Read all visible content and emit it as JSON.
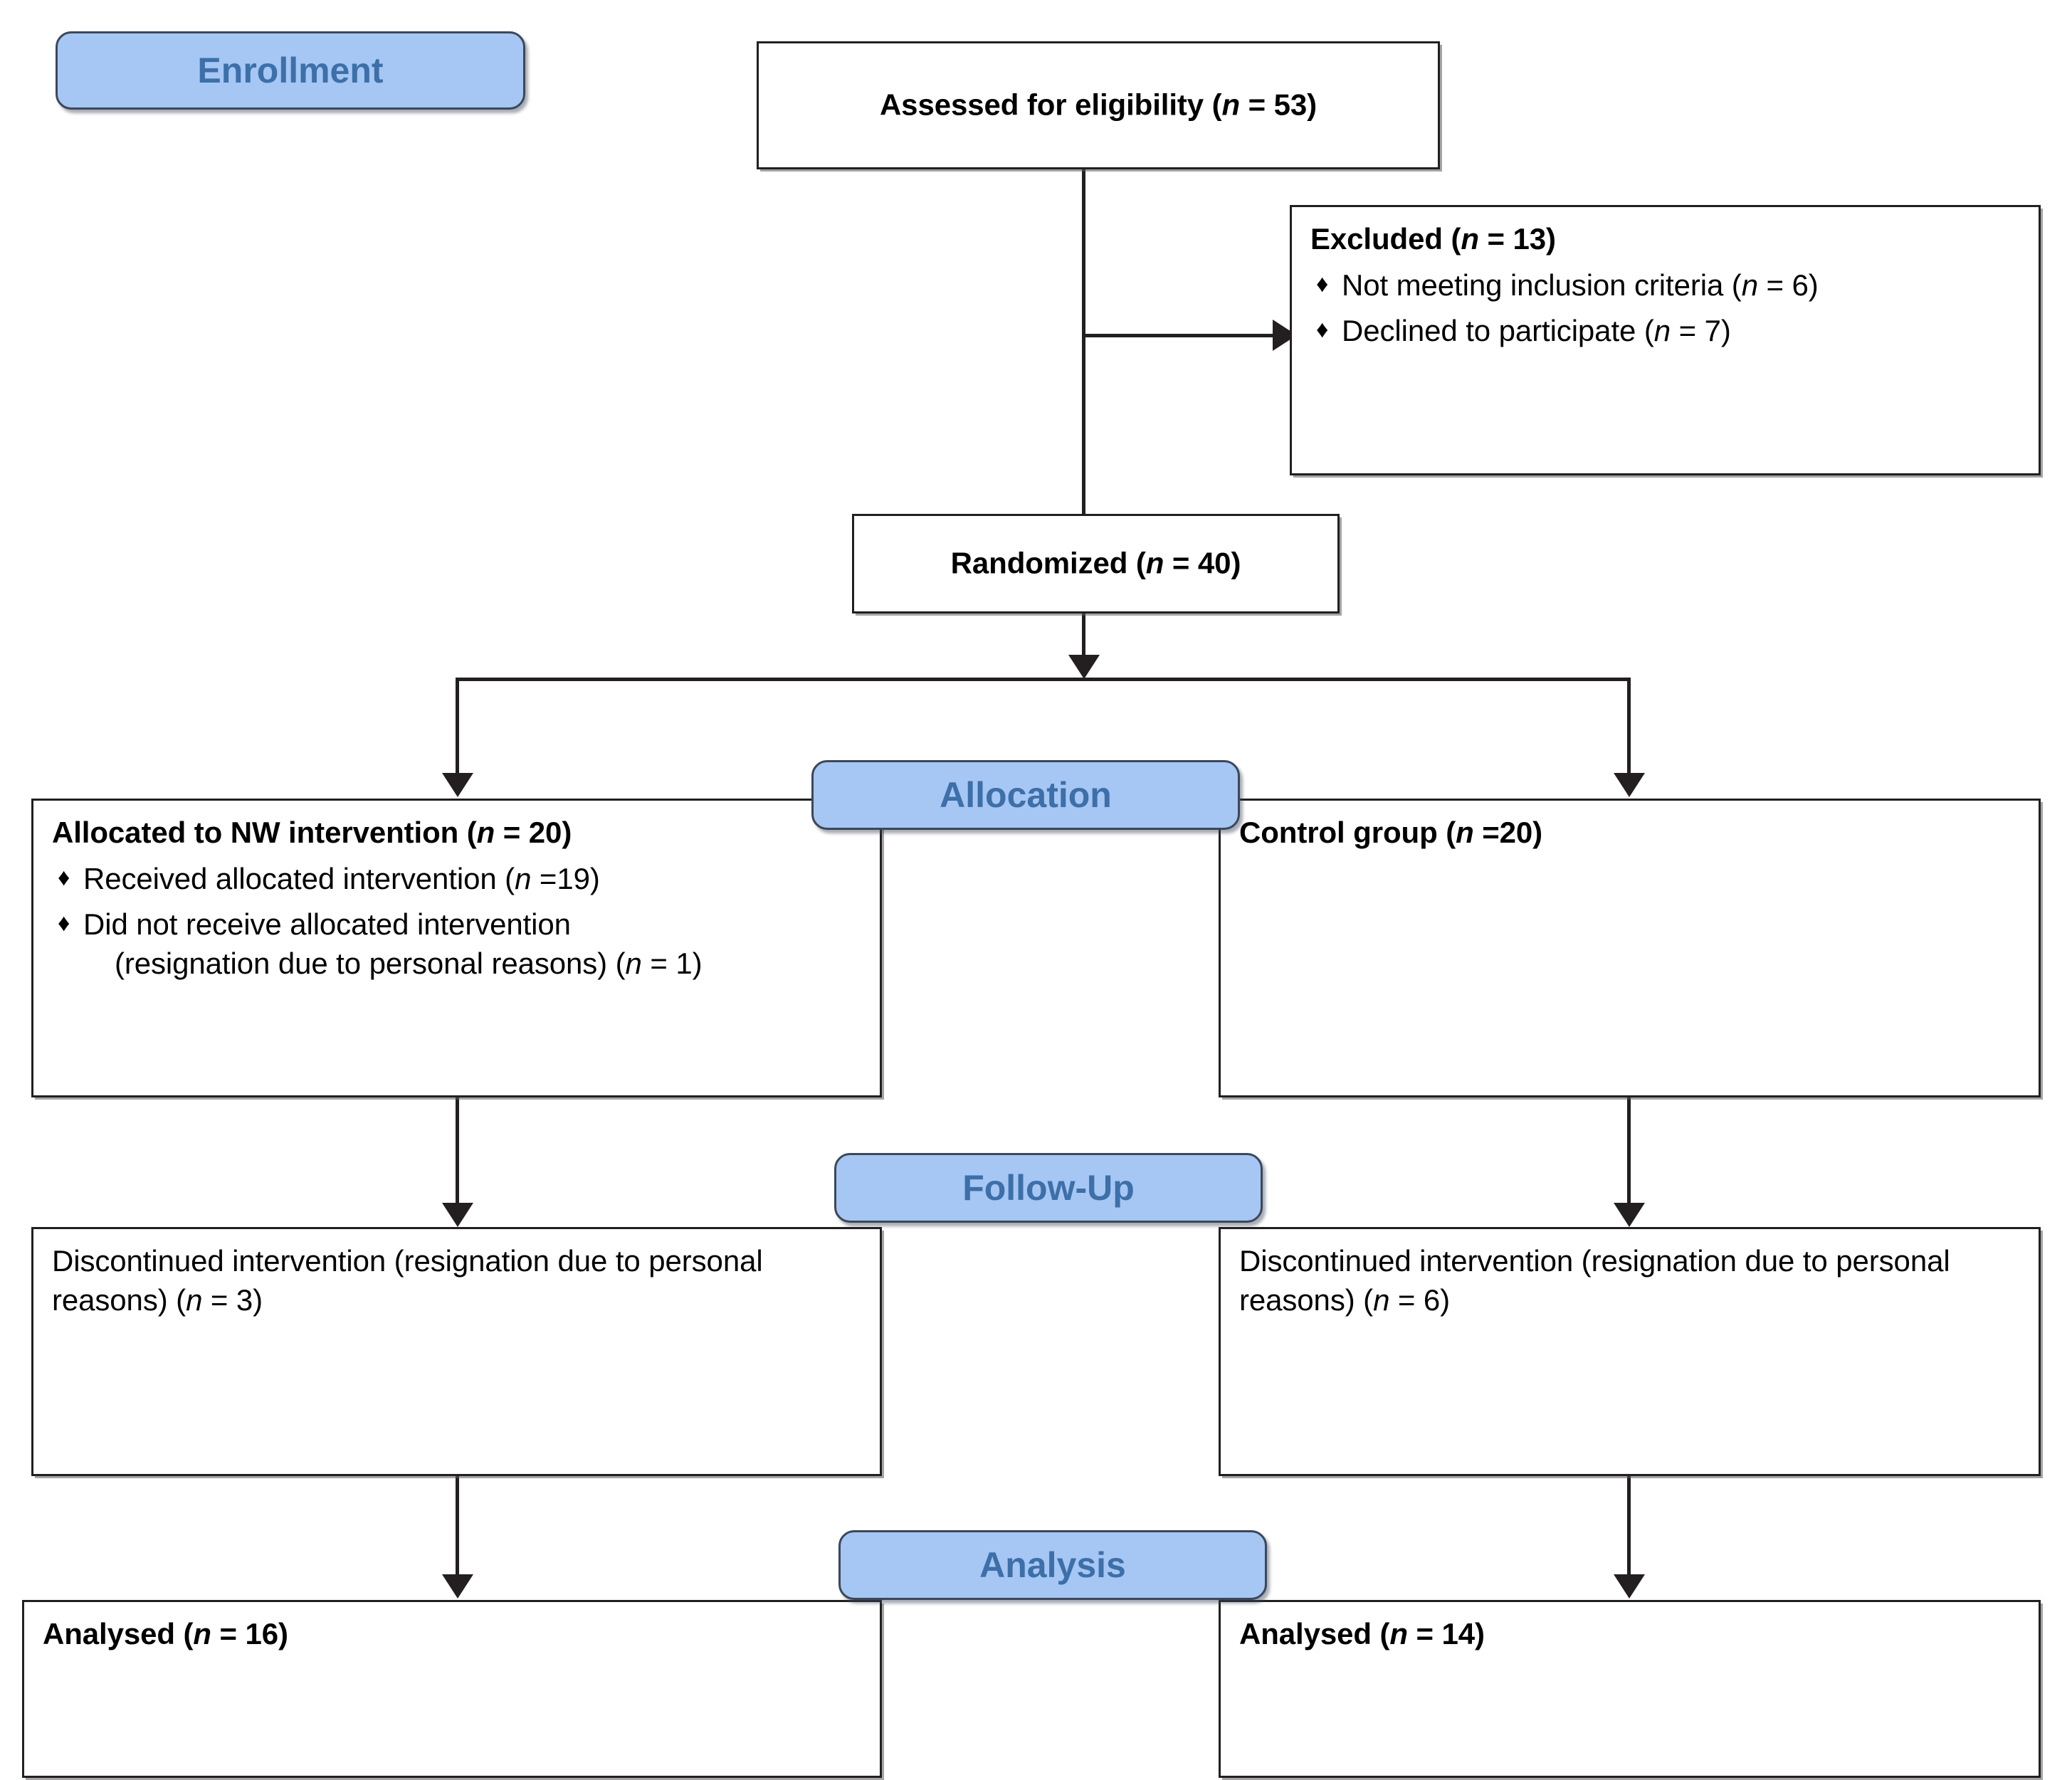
{
  "diagram": {
    "title": "CONSORT participant flow diagram",
    "colors": {
      "pill_fill": "#a6c6f4",
      "pill_border": "#3c4858",
      "pill_text": "#3d6fa8",
      "box_border": "#231f20",
      "box_fill": "#ffffff",
      "line": "#231f20"
    }
  },
  "stages": {
    "enrollment": "Enrollment",
    "allocation": "Allocation",
    "followup": "Follow-Up",
    "analysis": "Analysis"
  },
  "nodes": {
    "assessed": {
      "label_pre": "Assessed for eligibility (",
      "italic_n": "n",
      "label_post": " = 53)",
      "n": 53
    },
    "excluded": {
      "heading_pre": "Excluded  (",
      "italic_n": "n",
      "heading_post": " = 13)",
      "n": 13,
      "bullets": [
        {
          "marker": "♦",
          "text_pre": "Not meeting inclusion criteria (",
          "italic_n": "n",
          "text_post": " = 6)",
          "n": 6
        },
        {
          "marker": "♦",
          "text_pre": "Declined to participate (",
          "italic_n": "n",
          "text_post": " = 7)",
          "n": 7
        }
      ]
    },
    "randomized": {
      "label_pre": "Randomized (",
      "italic_n": "n",
      "label_post": " = 40)",
      "n": 40
    },
    "allocated_intervention": {
      "heading_pre": "Allocated to NW intervention (",
      "italic_n": "n",
      "heading_post": " = 20)",
      "n": 20,
      "bullets": [
        {
          "marker": "♦",
          "text_pre": "Received allocated intervention (",
          "italic_n": "n",
          "text_post": " =19)",
          "n": 19
        },
        {
          "marker": "♦",
          "text_pre": "Did not receive allocated intervention",
          "continuation_pre": "(resignation due to personal reasons) (",
          "italic_n": "n",
          "text_post": " = 1)",
          "n": 1
        }
      ]
    },
    "control_group": {
      "label_pre": "Control group (",
      "italic_n": "n",
      "label_post": " =20)",
      "n": 20
    },
    "followup_left": {
      "text_pre": "Discontinued intervention (resignation due to personal reasons) (",
      "italic_n": "n",
      "text_post": " = 3)",
      "n": 3
    },
    "followup_right": {
      "text_pre": "Discontinued intervention (resignation due to personal reasons) (",
      "italic_n": "n",
      "text_post": " = 6)",
      "n": 6
    },
    "analysed_left": {
      "label_pre": "Analysed  (",
      "italic_n": "n",
      "label_post": " = 16)",
      "n": 16
    },
    "analysed_right": {
      "label_pre": "Analysed  (",
      "italic_n": "n",
      "label_post": " = 14)",
      "n": 14
    }
  }
}
